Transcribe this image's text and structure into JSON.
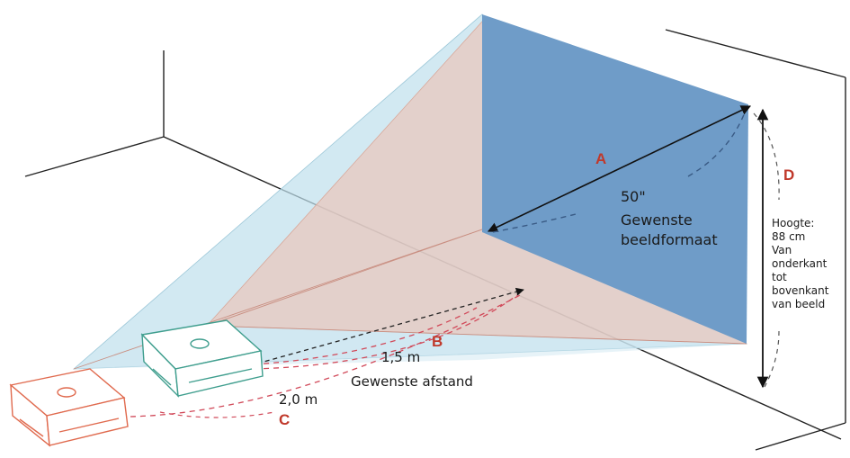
{
  "labels": {
    "a": "A",
    "b": "B",
    "c": "C",
    "d": "D",
    "size_value": "50\"",
    "size_line1": "Gewenste",
    "size_line2": "beeldformaat",
    "dist_near": "1,5 m",
    "dist_caption": "Gewenste afstand",
    "dist_far": "2,0 m",
    "height_1": "Hoogte:",
    "height_2": "88 cm",
    "height_3": "Van",
    "height_4": "onderkant",
    "height_5": "tot",
    "height_6": "bovenkant",
    "height_7": "van beeld"
  },
  "colors": {
    "screen": "#6f9cc8",
    "projector_near": "#3f9e8e",
    "projector_far": "#e06a4e",
    "letter_red": "#c0392b"
  }
}
